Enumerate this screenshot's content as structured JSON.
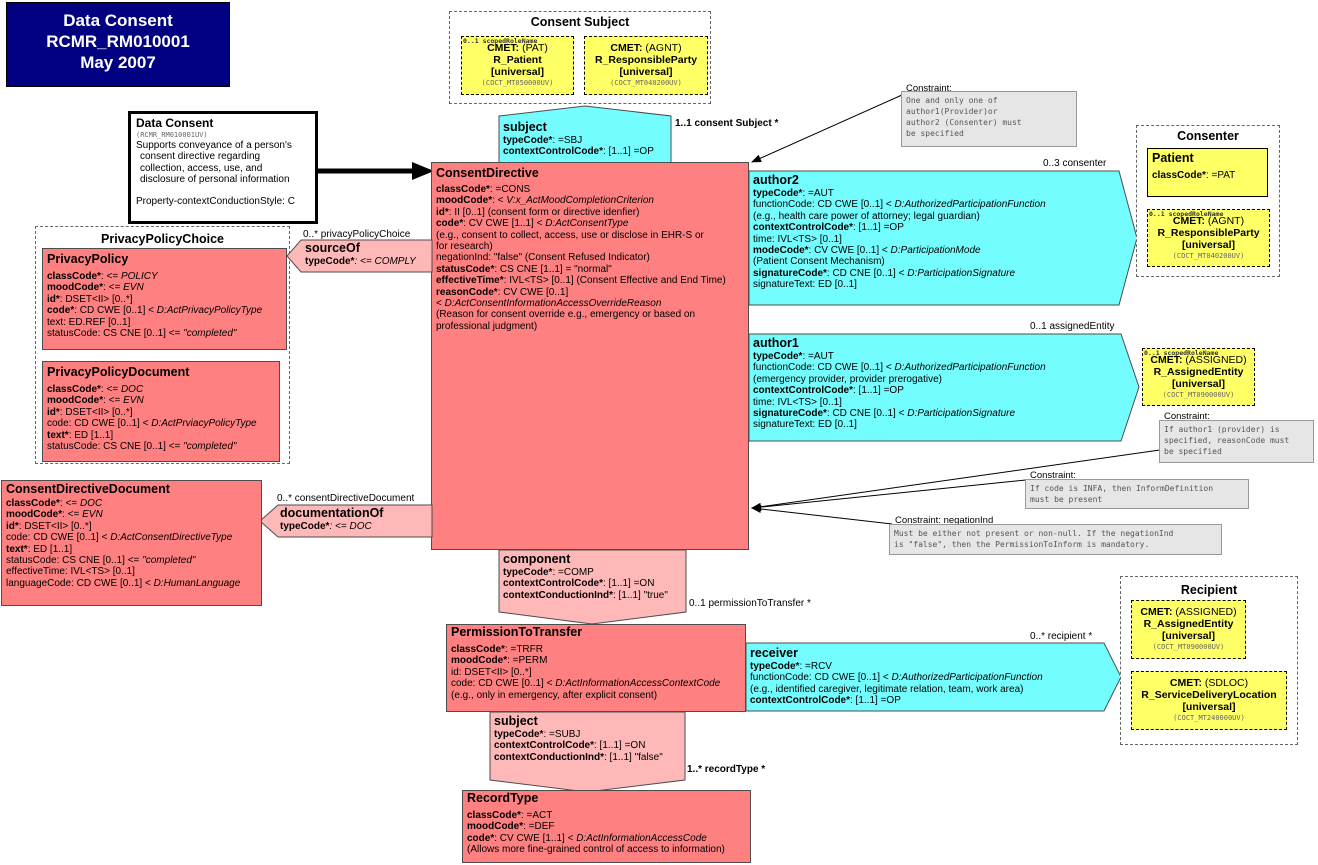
{
  "title_block": {
    "line1": "Data Consent",
    "line2": "RCMR_RM010001",
    "line3": "May 2007"
  },
  "entry_point": {
    "title": "Data Consent",
    "code": "(RCMR_RM010001UV)",
    "desc1": "Supports conveyance of a person's",
    "desc2": "consent directive regarding",
    "desc3": "collection, access, use, and",
    "desc4": "disclosure of personal information",
    "property": "Property-contextConductionStyle: C"
  },
  "consent_subject": {
    "title": "Consent Subject",
    "pat": {
      "scoped": "0..1 scopedRoleName",
      "cmet_label": "CMET:",
      "cmet_code": "(PAT)",
      "name": "R_Patient",
      "flavor": "[universal]",
      "id": "(COCT_MT050000UV)"
    },
    "agnt": {
      "cmet_label": "CMET:",
      "cmet_code": "(AGNT)",
      "name": "R_ResponsibleParty",
      "flavor": "[universal]",
      "id": "(COCT_MT040200UV)"
    }
  },
  "subject_assoc": {
    "title": "subject",
    "l1_name": "typeCode*",
    "l1_val": ": =SBJ",
    "l2_name": "contextControlCode*",
    "l2_val": ": [1..1] =OP",
    "label": "1..1 consent Subject  *"
  },
  "constraint1": {
    "header": "Constraint:",
    "text": "One and only one of\nauthor1(Provider)or\nauthor2 (Consenter) must\nbe specified"
  },
  "consenter": {
    "title": "Consenter",
    "patient": {
      "title": "Patient",
      "l1_name": "classCode*",
      "l1_val": ": =PAT"
    },
    "agnt": {
      "scoped": "0..1 scopedRoleName",
      "cmet_label": "CMET:",
      "cmet_code": "(AGNT)",
      "name": "R_ResponsibleParty",
      "flavor": "[universal]",
      "id": "(COCT_MT040200UV)"
    }
  },
  "consent_directive": {
    "title": "ConsentDirective",
    "lines": [
      "classCode*: =CONS",
      "moodCode*: < V:x_ActMoodCompletionCriterion",
      "id*: II [0..1] (consent form or directive idenfier)",
      "code*: CV CWE [1..1] < D:ActConsentType",
      " (e.g., consent to collect, access, use or disclose in EHR-S or",
      " for research)",
      "negationInd: \"false\" (Consent Refused Indicator)",
      "statusCode*: CS CNE [1..1] = \"normal\"",
      "effectiveTime*: IVL<TS> [0..1] (Consent Effective and End Time)",
      "reasonCode*: CV CWE [0..1]",
      " < D:ActConsentInformationAccessOverrideReason",
      " (Reason for consent override e.g., emergency or based on",
      " professional judgment)"
    ]
  },
  "author2": {
    "title": "author2",
    "label": "0..3 consenter",
    "lines": [
      "typeCode*: =AUT",
      "functionCode: CD CWE [0..1] < D:AuthorizedParticipationFunction",
      " (e.g., health care power of attorney; legal guardian)",
      "contextControlCode*: [1..1] =OP",
      "time: IVL<TS> [0..1]",
      "modeCode*: CV CWE [0..1] < D:ParticipationMode",
      " (Patient Consent Mechanism)",
      "signatureCode*: CD CNE [0..1] < D:ParticipationSignature",
      "signatureText: ED [0..1]"
    ]
  },
  "author1": {
    "title": "author1",
    "label": "0..1 assignedEntity",
    "lines": [
      "typeCode*: =AUT",
      "functionCode: CD CWE [0..1] < D:AuthorizedParticipationFunction",
      " (emergency provider, provider prerogative)",
      "contextControlCode*: [1..1] =OP",
      "time: IVL<TS> [0..1]",
      "signatureCode*: CD CNE [0..1] < D:ParticipationSignature",
      "signatureText: ED [0..1]"
    ]
  },
  "assigned_cmet": {
    "scoped": "0..1 scopedRoleName",
    "cmet_label": "CMET:",
    "cmet_code": "(ASSIGNED)",
    "name": "R_AssignedEntity",
    "flavor": "[universal]",
    "id": "(COCT_MT090000UV)"
  },
  "constraint2": {
    "header": "Constraint:",
    "text": "If author1 (provider) is\nspecified, reasonCode must\nbe specified"
  },
  "constraint3": {
    "header": "Constraint:",
    "text": "If code is INFA, then InformDefinition\nmust be present"
  },
  "constraint4": {
    "header": "Constraint: negationInd",
    "text": "Must be either not present or non-null. If the negationInd\nis \"false\", then the PermissionToInform is mandatory."
  },
  "privacy_policy_choice": {
    "title": "PrivacyPolicyChoice",
    "policy": {
      "title": "PrivacyPolicy",
      "lines": [
        "classCode*: <= POLICY",
        "moodCode*: <= EVN",
        "id*: DSET<II> [0..*]",
        "code*: CD CWE [0..1] < D:ActPrivacyPolicyType",
        "text: ED.REF [0..1]",
        "statusCode: CS CNE [0..1] <= \"completed\""
      ]
    },
    "document": {
      "title": "PrivacyPolicyDocument",
      "lines": [
        "classCode*: <= DOC",
        "moodCode*: <= EVN",
        "id*: DSET<II> [0..*]",
        "code: CD CWE [0..1] < D:ActPrviacyPolicyType",
        "text*: ED [1..1]",
        "statusCode: CS CNE [0..1] <= \"completed\""
      ]
    }
  },
  "source_of": {
    "title": "sourceOf",
    "l1_name": "typeCode*",
    "l1_val": ": <= COMPLY",
    "label": "0..* privacyPolicyChoice"
  },
  "documentation_of": {
    "title": "documentationOf",
    "l1_name": "typeCode*",
    "l1_val": ": <= DOC",
    "label": "0..* consentDirectiveDocument"
  },
  "consent_directive_document": {
    "title": "ConsentDirectiveDocument",
    "lines": [
      "classCode*: <= DOC",
      "moodCode*: <= EVN",
      "id*: DSET<II> [0..*]",
      "code: CD CWE [0..1] < D:ActConsentDirectiveType",
      "text*: ED [1..1]",
      "statusCode: CS CNE [0..1] <= \"completed\"",
      "effectiveTime: IVL<TS> [0..1]",
      "languageCode: CD CWE [0..1] < D:HumanLanguage"
    ]
  },
  "component": {
    "title": "component",
    "lines": [
      "typeCode*: =COMP",
      "contextControlCode*: [1..1] =ON",
      "contextConductionInd*: [1..1] \"true\""
    ],
    "label": "0..1 permissionToTransfer  *"
  },
  "permission_to_transfer": {
    "title": "PermissionToTransfer",
    "lines": [
      "classCode*: =TRFR",
      "moodCode*: =PERM",
      "id: DSET<II> [0..*]",
      "code: CD CWE [0..1] < D:ActInformationAccessContextCode",
      " (e.g., only in emergency, after explicit consent)"
    ]
  },
  "receiver": {
    "title": "receiver",
    "label": "0..* recipient  *",
    "lines": [
      "typeCode*: =RCV",
      "functionCode: CD CWE [0..1] < D:AuthorizedParticipationFunction",
      " (e.g., identified caregiver, legitimate relation, team, work area)",
      "contextControlCode*: [1..1] =OP"
    ]
  },
  "recipient": {
    "title": "Recipient",
    "assigned": {
      "cmet_label": "CMET:",
      "cmet_code": "(ASSIGNED)",
      "name": "R_AssignedEntity",
      "flavor": "[universal]",
      "id": "(COCT_MT090000UV)"
    },
    "sdloc": {
      "cmet_label": "CMET:",
      "cmet_code": "(SDLOC)",
      "name": "R_ServiceDeliveryLocation",
      "flavor": "[universal]",
      "id": "(COCT_MT240000UV)"
    }
  },
  "subject2": {
    "title": "subject",
    "lines": [
      "typeCode*: =SUBJ",
      "contextControlCode*: [1..1] =ON",
      "contextConductionInd*: [1..1] \"false\""
    ],
    "label": "1..* recordType  *"
  },
  "record_type": {
    "title": "RecordType",
    "lines": [
      "classCode*: =ACT",
      "moodCode*: =DEF",
      "code*: CV CWE [1..1] < D:ActInformationAccessCode",
      " (Allows more fine-grained control of access to information)"
    ]
  },
  "colors": {
    "act": "#ff8080",
    "pink": "#ffb8b8",
    "cyan": "#73fdff",
    "cmet": "#ffff66",
    "entry": "#ffff66",
    "title_bg": "#000080"
  }
}
